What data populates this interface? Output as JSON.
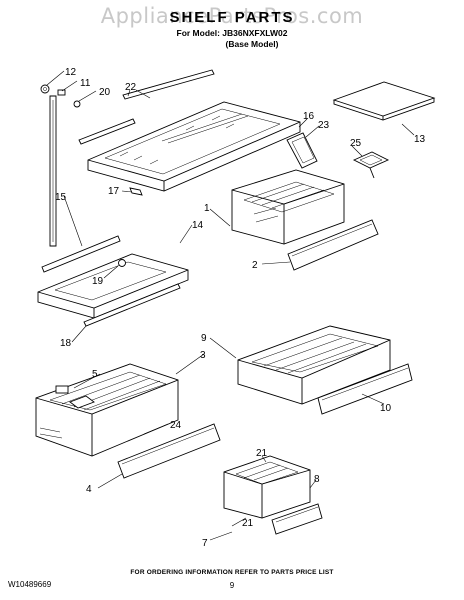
{
  "watermark": "AppliancePartsPros.com",
  "header": {
    "title": "SHELF PARTS",
    "model_line": "For Model: JB36NXFXLW02",
    "model_note": "(Base Model)"
  },
  "callouts": [
    "12",
    "11",
    "20",
    "22",
    "16",
    "23",
    "13",
    "25",
    "17",
    "15",
    "1",
    "14",
    "19",
    "2",
    "18",
    "9",
    "3",
    "5",
    "10",
    "24",
    "4",
    "21",
    "8",
    "21",
    "7"
  ],
  "footer": {
    "doc_number": "W10489669",
    "instruction": "FOR ORDERING INFORMATION REFER TO PARTS PRICE LIST",
    "page_number": "9"
  }
}
